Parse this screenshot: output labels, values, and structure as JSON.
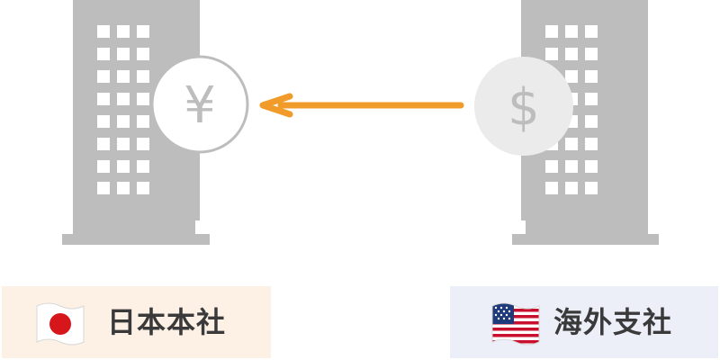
{
  "diagram": {
    "source_office": {
      "label": "海外支社",
      "currency_symbol": "$",
      "flag_icon": "us-flag-icon"
    },
    "destination_office": {
      "label": "日本本社",
      "currency_symbol": "¥",
      "flag_icon": "japan-flag-icon"
    },
    "flow_direction": "right-to-left",
    "colors": {
      "building": "#bdbdbd",
      "window": "#ffffff",
      "arrow": "#f19c2a",
      "yen_circle_fill": "#ffffff",
      "yen_circle_stroke": "#bdbdbd",
      "dollar_circle_fill": "#ebebeb",
      "symbol": "#bdbdbd",
      "japan_label_bg": "#fdf1e6",
      "overseas_label_bg": "#eceef8",
      "label_text": "#3a3a3a"
    }
  }
}
